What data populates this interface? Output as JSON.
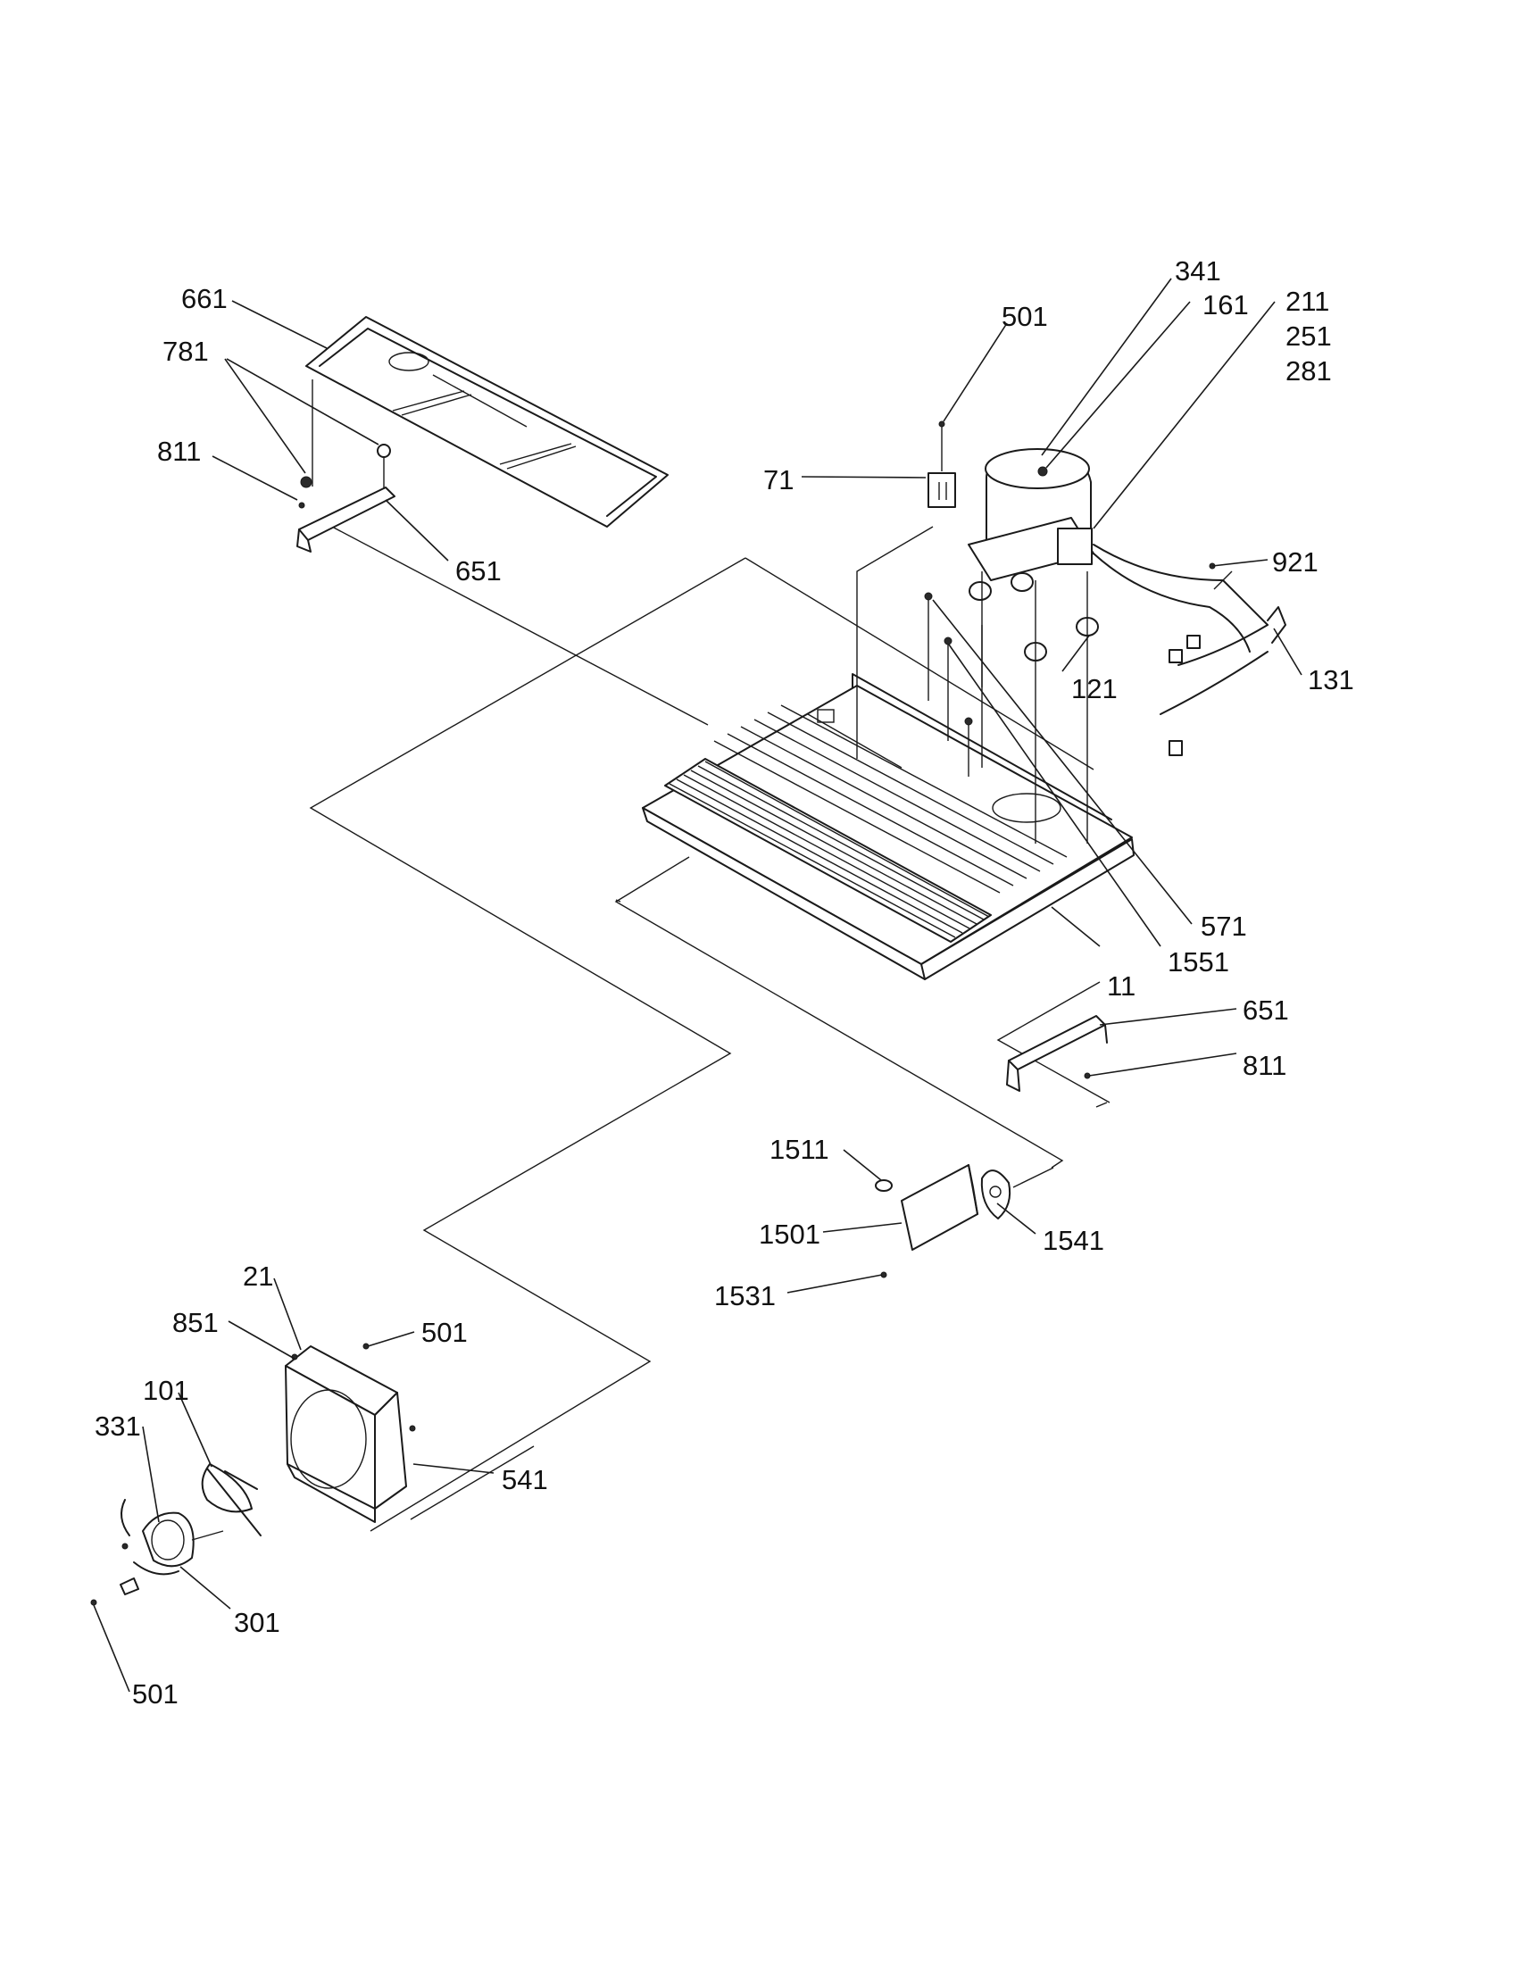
{
  "labels": {
    "l_661": "661",
    "l_781": "781",
    "l_811_top": "811",
    "l_651_top": "651",
    "l_501_top": "501",
    "l_71": "71",
    "l_341": "341",
    "l_161": "161",
    "l_211": "211",
    "l_251": "251",
    "l_281": "281",
    "l_921": "921",
    "l_121": "121",
    "l_131": "131",
    "l_571": "571",
    "l_1551": "1551",
    "l_11": "11",
    "l_651_right": "651",
    "l_811_right": "811",
    "l_1511": "1511",
    "l_1501": "1501",
    "l_1541": "1541",
    "l_1531": "1531",
    "l_21": "21",
    "l_851": "851",
    "l_501_shroud": "501",
    "l_101": "101",
    "l_331": "331",
    "l_541": "541",
    "l_301": "301",
    "l_501_bottom": "501"
  }
}
